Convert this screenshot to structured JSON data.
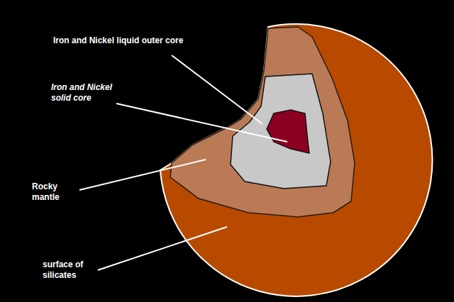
{
  "diagram": {
    "labels": [
      "Iron and Nickel liquid outer core",
      "Iron and Nickel solid core",
      "Rocky mantle",
      "surface of silicates"
    ]
  }
}
